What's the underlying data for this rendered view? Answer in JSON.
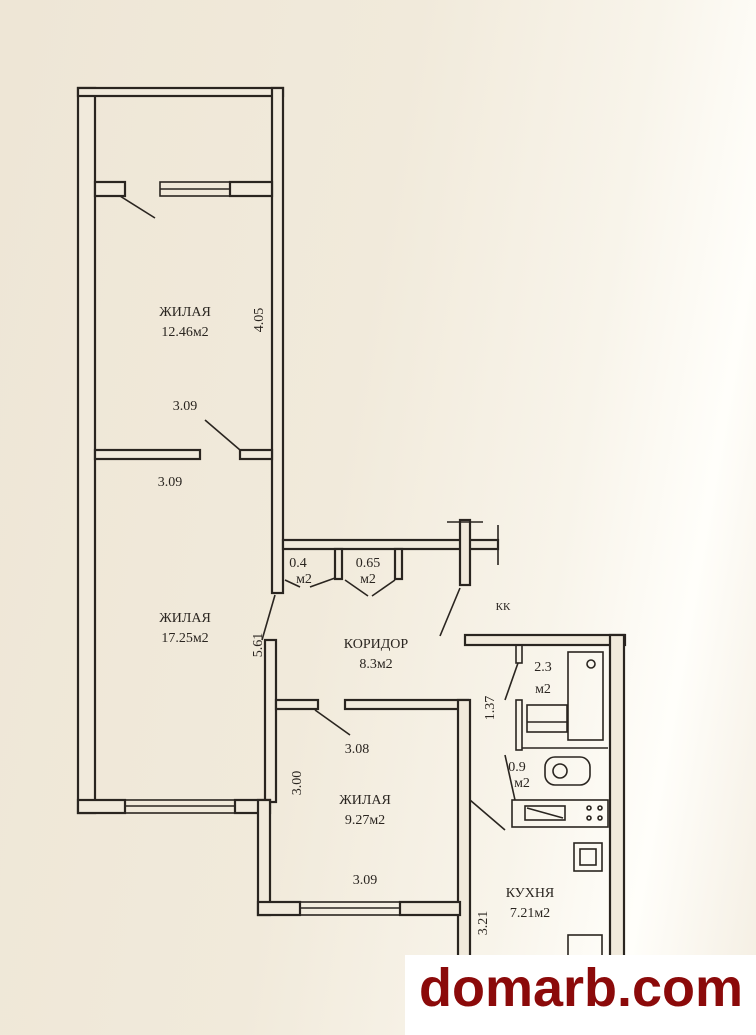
{
  "rooms": [
    {
      "name": "ЖИЛАЯ",
      "area": "12.46м2"
    },
    {
      "name": "ЖИЛАЯ",
      "area": "17.25м2"
    },
    {
      "name": "КОРИДОР",
      "area": "8.3м2"
    },
    {
      "name": "ЖИЛАЯ",
      "area": "9.27м2"
    },
    {
      "name": "КУХНЯ",
      "area": "7.21м2"
    }
  ],
  "small_areas": [
    {
      "value": "0.4",
      "unit": "м2"
    },
    {
      "value": "0.65",
      "unit": "м2"
    },
    {
      "value": "2.3",
      "unit": "м2"
    },
    {
      "value": "0.9",
      "unit": "м2"
    }
  ],
  "dimensions": {
    "room1_height": "4.05",
    "room1_width": "3.09",
    "room2_width": "3.09",
    "room2_height": "5.61",
    "room3_width_top": "3.08",
    "room3_height": "3.00",
    "room3_width_bottom": "3.09",
    "bathroom_width": "1.37",
    "kitchen_width": "3.21"
  },
  "marker": "КК",
  "watermark": "domarb.com"
}
